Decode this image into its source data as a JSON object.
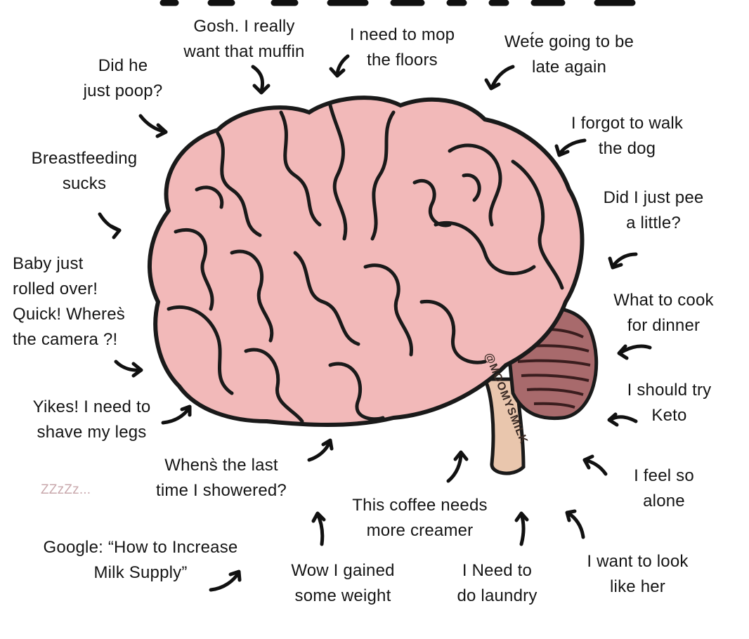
{
  "colors": {
    "brain": "#f2b9b9",
    "brain_outline": "#1a1a1a",
    "cerebellum": "#a86a6c",
    "brainstem": "#e9c6ad",
    "zzz": "#c9a9ad"
  },
  "watermark": "@MOOMYSMILK",
  "sleep": "ZZzZz...",
  "thoughts": {
    "muffin": "Gosh. I really\nwant that muffin",
    "mop": "I need to mop\nthe floors",
    "late": "Wet́e going to be\nlate again",
    "poop": "Did he\njust poop?",
    "dog": "I forgot to walk\nthe dog",
    "breastfeeding": "Breastfeeding\nsucks",
    "pee": "Did I just pee\na little?",
    "baby": "Baby just\nrolled over!\nQuick! Wheres̀\nthe camera ?!",
    "dinner": "What to cook\nfor dinner",
    "keto": "I should try\nKeto",
    "yikes": "Yikes! I need to\nshave my legs",
    "shower": "Whens̀ the last\ntime I showered?",
    "alone": "I feel so\nalone",
    "coffee": "This coffee needs\nmore creamer",
    "google": "Google: “How to Increase\nMilk Supply”",
    "weight": "Wow I gained\nsome weight",
    "laundry": "I Need to\ndo laundry",
    "look": "I want to look\nlike her"
  }
}
